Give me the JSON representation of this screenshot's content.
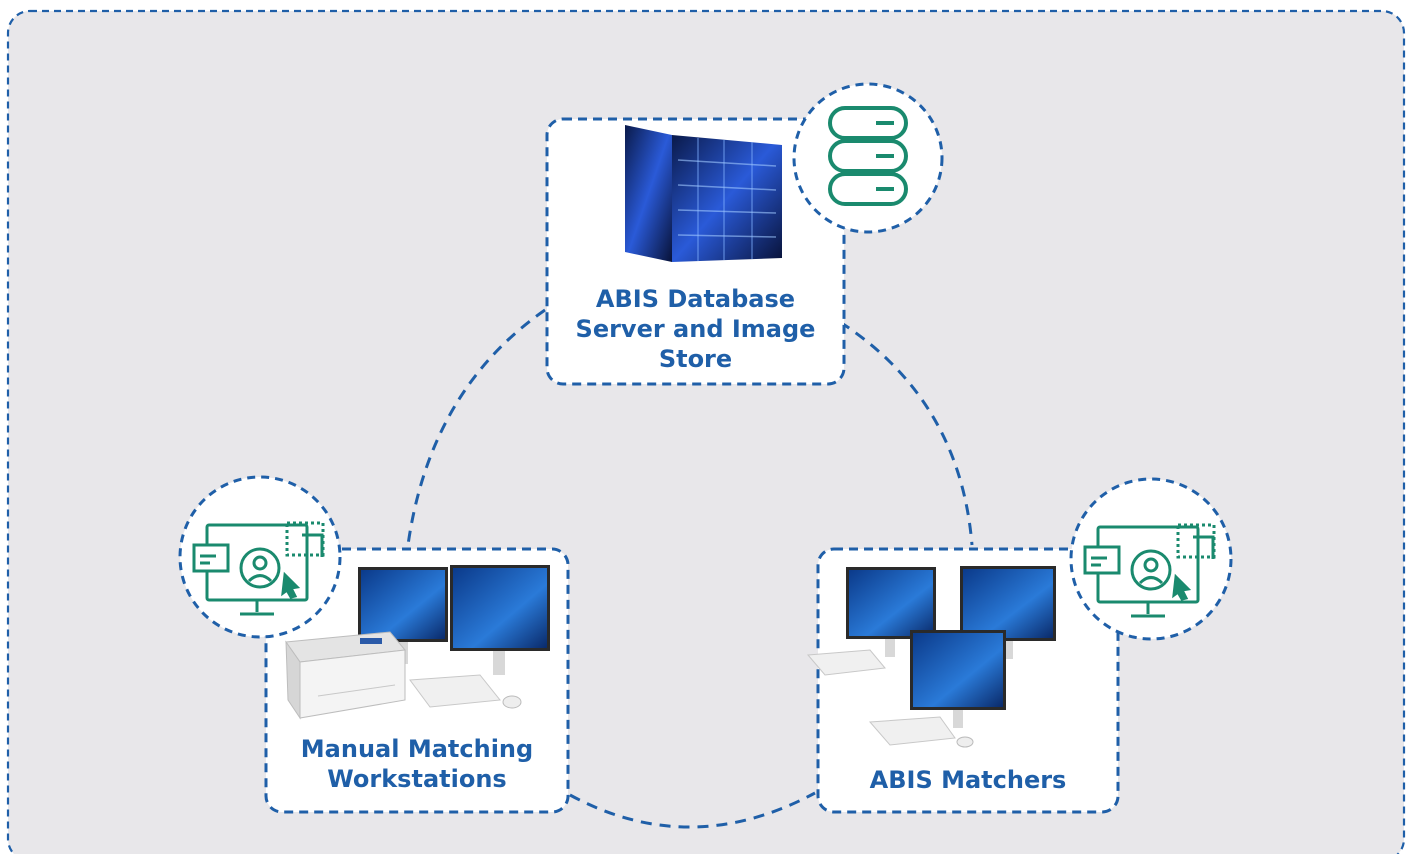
{
  "nodes": {
    "database": {
      "label_line1": "ABIS Database",
      "label_line2": "Server and Image",
      "label_line3": "Store",
      "icon": "database-icon",
      "image": "server-rack-image"
    },
    "workstations": {
      "label_line1": "Manual Matching",
      "label_line2": "Workstations",
      "icon": "workstation-user-icon",
      "image": "printer-and-computers-image"
    },
    "matchers": {
      "label_line1": "ABIS Matchers",
      "icon": "workstation-user-icon",
      "image": "three-computers-image"
    }
  },
  "colors": {
    "border": "#1f5fa8",
    "icon": "#1a8a6e",
    "label": "#1f5fa8",
    "background": "#e8e7ea"
  }
}
